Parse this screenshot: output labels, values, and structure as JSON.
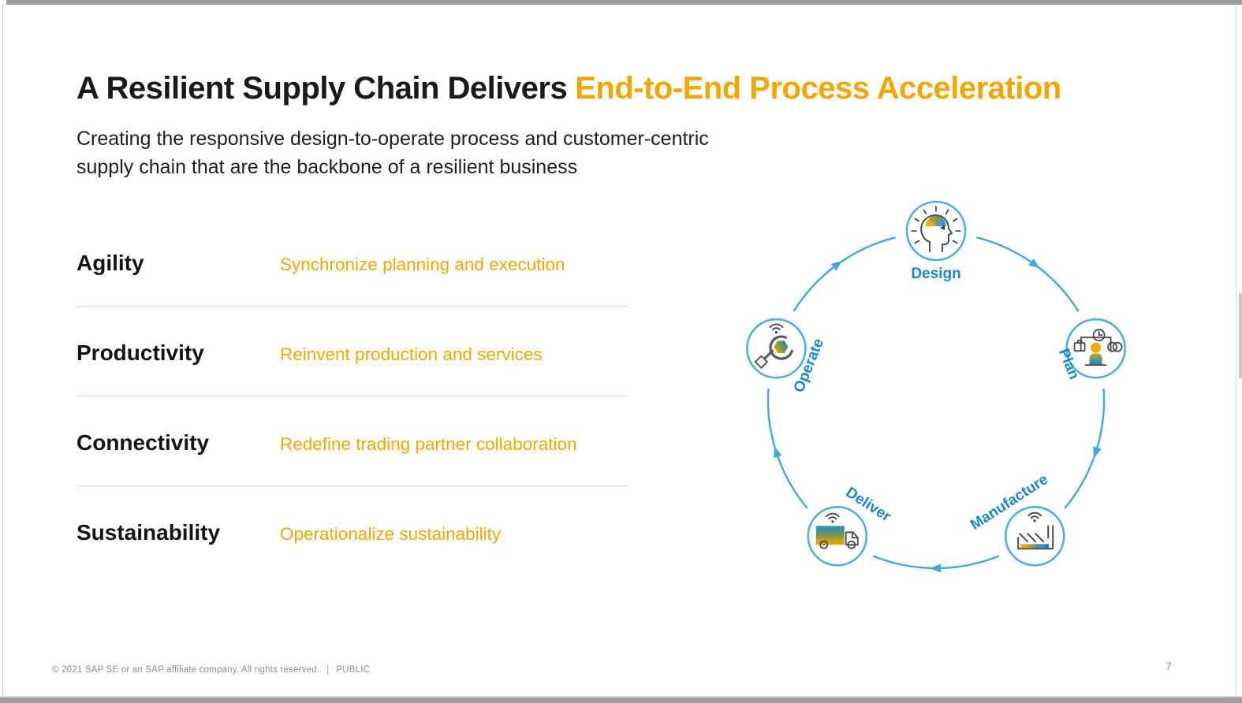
{
  "slide": {
    "title_black": "A Resilient Supply Chain Delivers",
    "title_accent": "End-to-End Process Acceleration",
    "subtitle_line1": "Creating the responsive design-to-operate process and customer-centric",
    "subtitle_line2": "supply chain that are the backbone of a resilient business",
    "pillars": [
      {
        "label": "Agility",
        "description": "Synchronize planning and execution"
      },
      {
        "label": "Productivity",
        "description": "Reinvent production and services"
      },
      {
        "label": "Connectivity",
        "description": "Redefine trading partner collaboration"
      },
      {
        "label": "Sustainability",
        "description": "Operationalize sustainability"
      }
    ],
    "cycle": {
      "stages": [
        {
          "label": "Design",
          "icon": "head-idea-icon"
        },
        {
          "label": "Plan",
          "icon": "planning-person-icon"
        },
        {
          "label": "Manufacture",
          "icon": "smart-factory-icon"
        },
        {
          "label": "Deliver",
          "icon": "connected-truck-icon"
        },
        {
          "label": "Operate",
          "icon": "wrench-nut-icon"
        }
      ]
    },
    "footer": {
      "copyright": "© 2021 SAP SE or an SAP affiliate company. All rights reserved.",
      "separator": "|",
      "classification": "PUBLIC",
      "page_number": "7"
    },
    "colors": {
      "accent_gold": "#F0A800",
      "label_blue": "#1B87CB",
      "arc_blue": "#41A9E0",
      "olive": "#8C9A44",
      "steel_blue": "#1E7DBE",
      "footer_gray": "#8E8E8E"
    }
  }
}
